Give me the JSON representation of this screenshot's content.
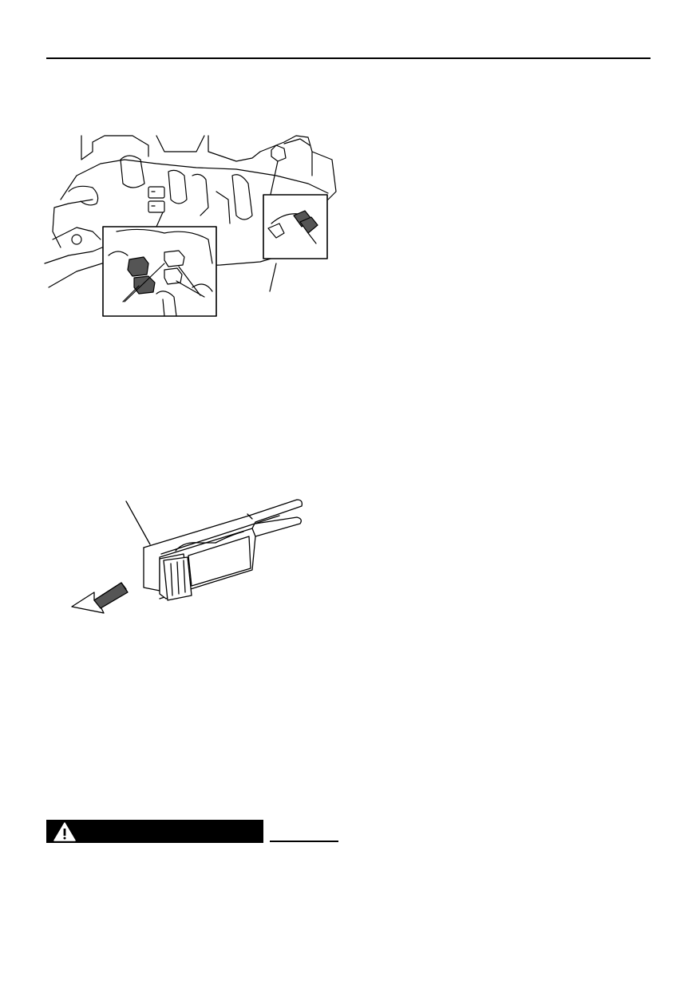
{
  "page": {
    "header_rule": true
  },
  "figures": [
    {
      "name": "engine-connector-illustration",
      "icon": "engine-wiring-drawing"
    },
    {
      "name": "connector-removal-tool-illustration",
      "icon": "pin-removal-tool-drawing"
    }
  ],
  "warning": {
    "icon": "warning-triangle-icon",
    "label": ""
  }
}
